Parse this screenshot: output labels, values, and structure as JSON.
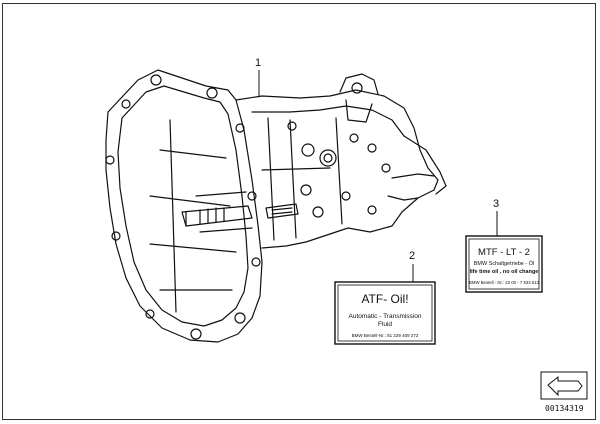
{
  "callouts": [
    {
      "number": "1"
    },
    {
      "number": "2"
    },
    {
      "number": "3"
    }
  ],
  "label_atf": {
    "title": "ATF- Oil!",
    "line1": "Automatic - Transmission",
    "line2": "Fluid",
    "part_no": "BMW Bestell-Nr.: 81 229 409 272"
  },
  "label_mtf": {
    "title": "MTF - LT - 2",
    "line1": "BMW Schaltgetriebe - Öl",
    "line2": "life time oil , no oil change",
    "part_no": "BMW Bestell - Nr.: 23 00 - 7 533 513"
  },
  "diagram_id": "00134319",
  "icons": {
    "transmission": "transmission-drawing-icon",
    "nav_arrow": "nav-arrow-icon"
  }
}
